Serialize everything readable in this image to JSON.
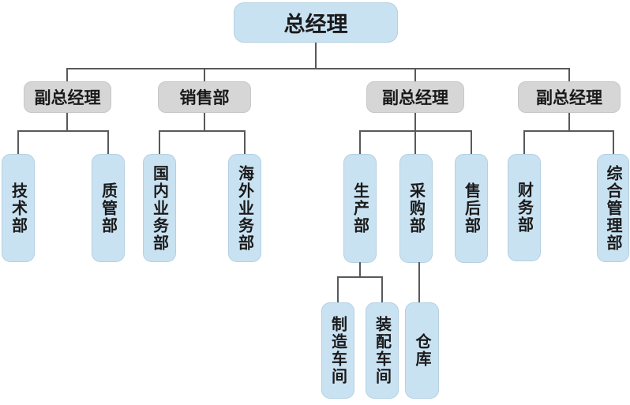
{
  "chart": {
    "type": "org-chart",
    "root": {
      "label": "总经理"
    },
    "level2": [
      {
        "label": "副总经理",
        "children": [
          {
            "label": "技术部"
          },
          {
            "label": "质管部"
          }
        ]
      },
      {
        "label": "销售部",
        "children": [
          {
            "label": "国内业务部"
          },
          {
            "label": "海外业务部"
          }
        ]
      },
      {
        "label": "副总经理",
        "children": [
          {
            "label": "生产部",
            "children": [
              {
                "label": "制造车间"
              },
              {
                "label": "装配车间"
              }
            ]
          },
          {
            "label": "采购部",
            "children": [
              {
                "label": "仓库"
              }
            ]
          },
          {
            "label": "售后部"
          }
        ]
      },
      {
        "label": "副总经理",
        "children": [
          {
            "label": "财务部"
          },
          {
            "label": "综合管理部"
          }
        ]
      }
    ],
    "colors": {
      "node_blue": "#c9e2f2",
      "node_gray": "#d6d6d6",
      "line": "#58595b",
      "text": "#1a1a1a",
      "background": "#ffffff"
    }
  }
}
